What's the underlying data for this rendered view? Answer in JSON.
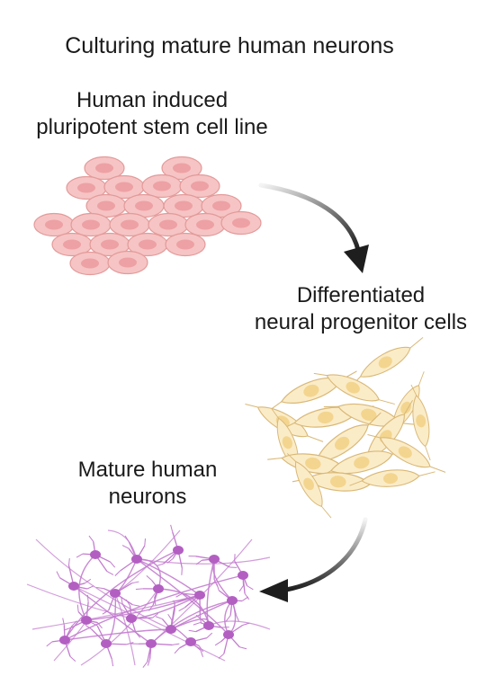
{
  "title": "Culturing mature human neurons",
  "stages": {
    "stem_cells": {
      "label_line1": "Human induced",
      "label_line2": "pluripotent stem cell line"
    },
    "progenitors": {
      "label_line1": "Differentiated",
      "label_line2": "neural progenitor cells"
    },
    "neurons": {
      "label_line1": "Mature human",
      "label_line2": "neurons"
    }
  },
  "colors": {
    "stem_cell_fill": "#f6c4c4",
    "stem_cell_stroke": "#e39a9a",
    "stem_nucleus": "#eda1a4",
    "progenitor_fill": "#fbecc8",
    "progenitor_stroke": "#d9b877",
    "progenitor_nucleus": "#f3d58f",
    "neuron_color": "#c37ccf",
    "neuron_soma": "#b35fc2",
    "arrow_color": "#1e1e1e"
  }
}
